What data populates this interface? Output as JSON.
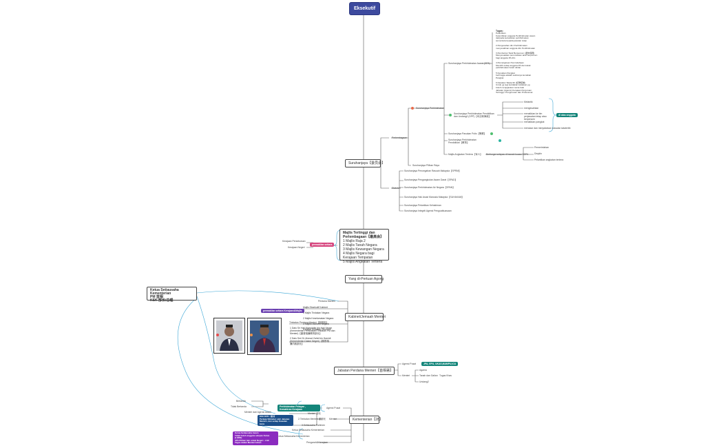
{
  "root": {
    "label": "Eksekutif"
  },
  "nodes": {
    "suruhanjaya": "Suruhanjaya【委员会】",
    "majlis_title": "Majlis Tertinggi dan Perlembagaan【最高会】",
    "majlis_items": [
      "1 Majlis Raja 2",
      "2 Majlis Tanah Negara",
      "3 Majlis Kewangan Negara",
      "4 Majlis Negara bagi Kerajaan Tempatan",
      "5 Majlis Angkatan Tentera"
    ],
    "ydpa": "Yang di-Pertuan Agong",
    "kabinet": "Kabinet/Jemaah Menteri",
    "jabatan": "Jabatan Perdana Menteri【首相署】",
    "kementerian": "Kementerian【28】",
    "ketua": "Ketua Setiausaha Kementerian",
    "ketua_sub": [
      "PM 首相",
      "KSK 部长/总理"
    ]
  },
  "suruhanjaya_branch": {
    "perlembagaan": "Perlembagaan",
    "statutori": "Statutori",
    "sp_awam": "Suruhanjaya Perkhidmatan Awam (SPA)",
    "sp_pendidikan": "Suruhanjaya Perkhidmatan",
    "sp_pendidikan_child": "Suruhanjaya Perkhidmatan Pendidikan dan Undang2 (SPP)【司法和律政】",
    "sp_polis": "Suruhanjaya Pasukan Polis【警察】",
    "sp_pendidikan2": "Suruhanjaya Perkhidmatan Pendidikan【教育】",
    "majlis_tentera": "Majlis Angkatan Tentera【军人】",
    "sp_pilihan_raya": "Suruhanjaya Pilihan Raya",
    "tentera_child": "Berfungsi selepas di bawah kuasa YDPA",
    "tentera_items": [
      "Pemerintahan",
      "Disiplin",
      "Pelantikan angkatan tentera"
    ],
    "pendidikan_items": [
      "Melantik",
      "mengesahkan",
      "menaikkan ke tim perjawatan tetap atau berpencen",
      "menaikkan pangkat",
      "menukar dan menjalankan kawalan tatatertib"
    ],
    "akan_dibincang": "di atas anggota",
    "statutori_items": [
      "Suruhanjaya Pencegahan Rasuah Malaysia【SPRM】",
      "Suruhanjaya Pengangkutan Awam Darat【SPAD】",
      "Suruhanjaya Perkhidmatan Air Negara【SPAN】",
      "Suruhanjaya Hak Asasi Manusia Malaysia【SUHAKAM】",
      "Suruhanjaya Pelantikan Kehakiman",
      "Suruhanjaya Integriti Agensi Penguatkuasaan"
    ],
    "tugas_title": "Tugas:",
    "tugas_text": "Pelantikan\n    Kelembikan anggota Perkhidmatan awam\n    daripada  kedudukan perkhidmatan\n    sementara kepada jawatan tetap\n\n2.Pengesahan dlm Perkhidmatan\n    menyesahkan anggota dlm Perkhidmatan\n\n3.Pemberian Taraf Berpencen  (退休保障)\n    Menyesuaikan peruntukkan taraf berpencen\n    bagi anggota PA dlm\n\n4.Pemangkuan Pemindahaan\n    Memilih setiap anggota PA dan kelak\n    perkhidmatan boleh dinilai\n\n5.Kenaikan Pangkat\n    berhingga adalah sekiranya kenaikan\n    Pangkat\n\n6.Kawalan Tatatertib (纪律控制)\n    Untuk yg tegi ketidakan kelakuan yg\n    boleh menjejaskan nama baik\n    Jabatan (Agensi) Kerajaan Perguruan\n    Tertinggi / Pengurusan dan Profesional"
  },
  "majlis_left": {
    "kerajaan": "Kerajaan Persekutuan",
    "ketua": "Kerajaan Negeri",
    "badge": "perwakilan setiara"
  },
  "kabinet_branch": {
    "perdana_menteri": "Perdana Menteri",
    "badge": "perwakilan setiara Kerajaan&Majlis",
    "tbox_title": "Majlis Eksekutif Kabinet",
    "tbox_items": [
      "1 Majlis Tindakan Negara",
      "2 Majlis Keselamatan Negara",
      "3 Majlis Ekonomi Negara",
      "4 Majlis Tindakan Ekonomi"
    ],
    "timbalan": "Timbalan Perdana Menteri【副首相】",
    "person1": "1 Dato Sri Haji Muhyiddin bin Haji Yassin\n  (Kementerian Pendidikan/Timbalan PM dan\n  Menteri)【副首相兼教育部长】",
    "person2": "2 Dato Seri Dr Ahmad Zahid bin Hamidi\n  (Kementerian Dalam Negeri)【副首相\n  兼内政部长】"
  },
  "jabatan_branch": {
    "agensi": "Agensi Pusat",
    "badge": "JPA, EPU, UKAS,MAMPU,ICU",
    "menteri": "Menteri",
    "menteri_items": [
      "Agama",
      "Tanah dan Galian",
      "Undang2"
    ],
    "tugas_khas": "Tugas Khas"
  },
  "kementerian_branch": {
    "agensi_pusat": "Agensi Pusat",
    "menteri": "Menteri",
    "menteri_items": [
      "Menteri 部长",
      "2.Timbalan Menteri 副部长",
      "3.Setiausaha Parlimen"
    ],
    "ketua_setiausaha": "Ketua Setiausaha Kementerian",
    "timbalan_ksk": "3.Timbalan Ketua Setiausaha Kementerian",
    "pengarah": "Pengarah2 Kerajaan",
    "teal_badge": "Perkhidmatan Pelayan , Kemahiran Kerajaan",
    "left_items": [
      "Bertanda",
      "Tidak Bertanda",
      "Menteri dari Agensi Awam"
    ],
    "navy_badge": "KSU KPK : 秘书\nPerkeja Sikheber oleh Jabatan\nMenteri, dan setiap Kawalan kerja",
    "purple_badge": "Ketua Setiausaha Awam\nTidak boleh anggota selepas Ketua (LHDN)\nJPA Pilihan lain untuk Negeri - LSC\nTegas dalam Menteri tahun"
  },
  "colors": {
    "root": "#3d4a9e",
    "teal": "#14857a",
    "pink": "#d6457e",
    "purple": "#8b2bbf",
    "navy": "#1c4f8a",
    "curve": "#3aa6d6"
  }
}
